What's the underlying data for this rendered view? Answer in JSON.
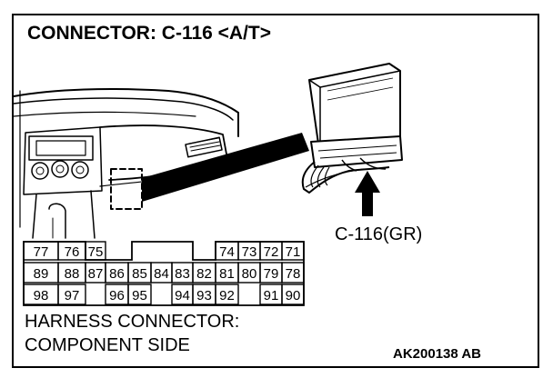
{
  "title": "CONNECTOR: C-116 <A/T>",
  "callout": "C-116(GR)",
  "caption_line1": "HARNESS CONNECTOR:",
  "caption_line2": "COMPONENT SIDE",
  "reference_code": "AK200138 AB",
  "connector_rows": [
    [
      "77",
      "76",
      "75",
      "",
      "74",
      "73",
      "72",
      "71"
    ],
    [
      "89",
      "88",
      "87",
      "86",
      "85",
      "84",
      "83",
      "82",
      "81",
      "80",
      "79",
      "78"
    ],
    [
      "98",
      "97",
      "",
      "96",
      "95",
      "",
      "94",
      "93",
      "92",
      "",
      "91",
      "90"
    ]
  ],
  "colors": {
    "ink": "#000000",
    "paper": "#ffffff"
  }
}
